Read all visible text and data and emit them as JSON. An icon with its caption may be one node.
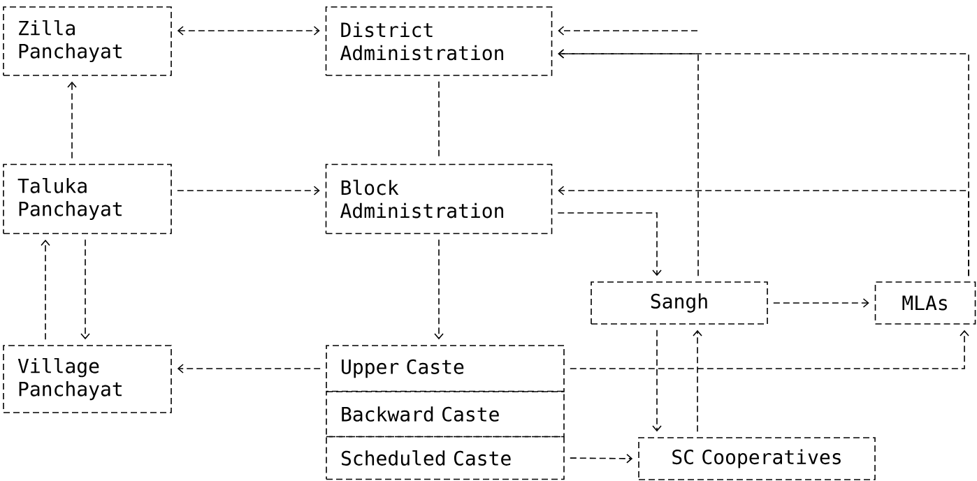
{
  "diagram": {
    "nodes": [
      {
        "text": [
          "Zilla Panchayat"
        ]
      },
      {
        "text": [
          "District Administration"
        ]
      },
      {
        "text": [
          "Taluka Panchayat"
        ]
      },
      {
        "text": [
          "Block Administration"
        ]
      },
      {
        "text": [
          "Sangh"
        ]
      },
      {
        "text": [
          "MLAs"
        ]
      },
      {
        "text": [
          "Village Panchayat"
        ]
      },
      {
        "text": [
          "Upper Caste"
        ]
      },
      {
        "text": [
          "Backward Caste"
        ]
      },
      {
        "text": [
          "Scheduled Caste"
        ]
      },
      {
        "text": [
          "SC Cooperatives"
        ]
      }
    ],
    "edges": [
      {
        "from": 0,
        "to": 1,
        "arrow": "both"
      },
      {
        "from": null,
        "to": 1,
        "arrow": "to"
      },
      {
        "from": 5,
        "to": 1,
        "arrow": "to"
      },
      {
        "from": 4,
        "to": 1,
        "arrow": "to"
      },
      {
        "from": 2,
        "to": 0,
        "arrow": "to"
      },
      {
        "from": 1,
        "to": 3,
        "arrow": "none"
      },
      {
        "from": 2,
        "to": 3,
        "arrow": "to"
      },
      {
        "from": 5,
        "to": 3,
        "arrow": "to"
      },
      {
        "from": 3,
        "to": 4,
        "arrow": "to"
      },
      {
        "from": 3,
        "to": 7,
        "arrow": "to"
      },
      {
        "from": 6,
        "to": 2,
        "arrow": "to"
      },
      {
        "from": 2,
        "to": 6,
        "arrow": "to"
      },
      {
        "from": 7,
        "to": 6,
        "arrow": "to"
      },
      {
        "from": 7,
        "to": 5,
        "arrow": "to"
      },
      {
        "from": 4,
        "to": 10,
        "arrow": "to"
      },
      {
        "from": 10,
        "to": 4,
        "arrow": "to"
      },
      {
        "from": 9,
        "to": 10,
        "arrow": "to"
      },
      {
        "from": 4,
        "to": 5,
        "arrow": "to"
      }
    ]
  }
}
